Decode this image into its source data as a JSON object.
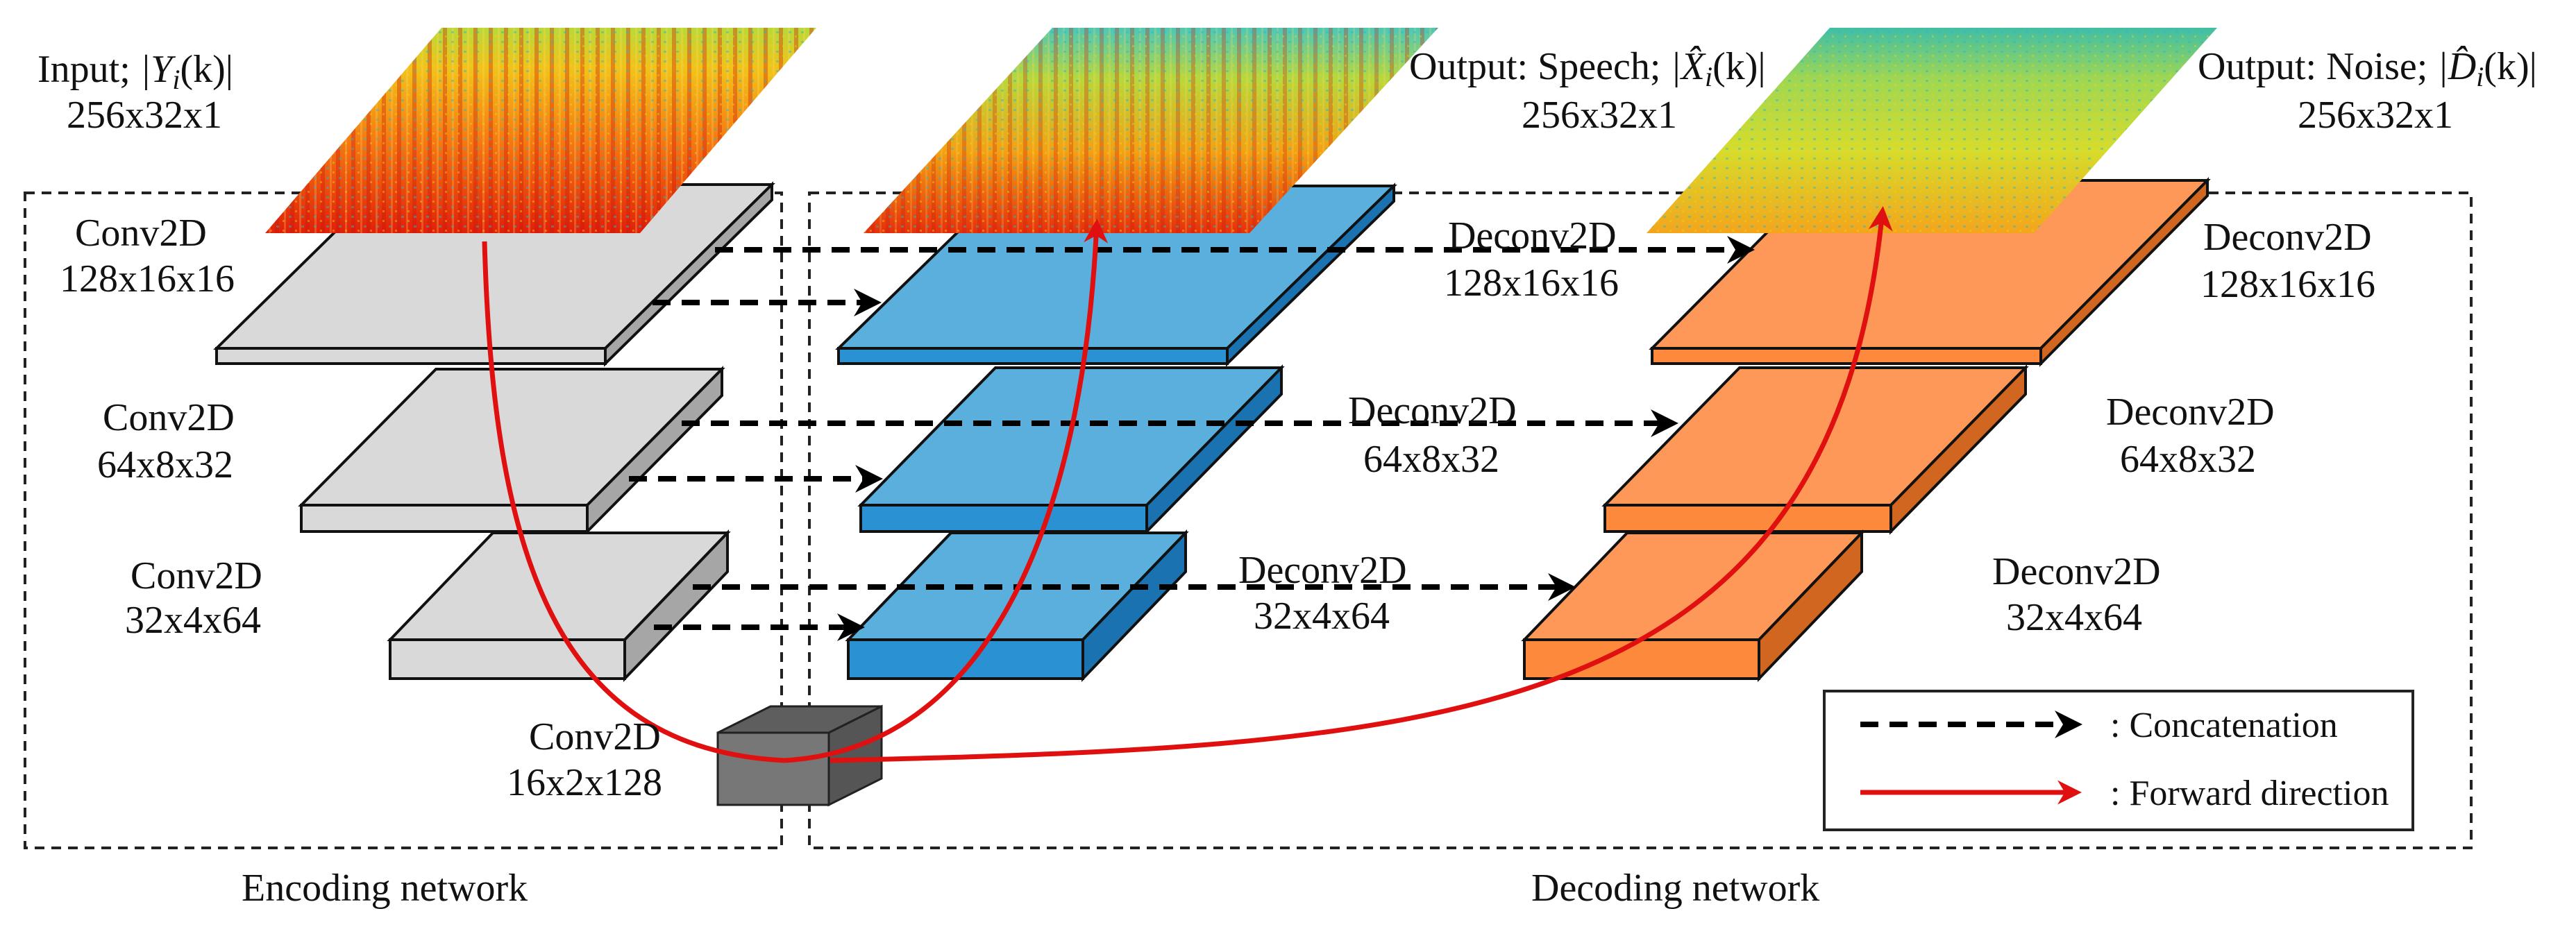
{
  "input": {
    "label_prefix": "Input; ",
    "magnitude": "|Y",
    "subscript": "i",
    "arg": "(k)|",
    "dims": "256x32x1"
  },
  "output_speech": {
    "label_prefix": "Output: Speech; ",
    "magnitude": "|X̂",
    "subscript": "i",
    "arg": "(k)|",
    "dims": "256x32x1"
  },
  "output_noise": {
    "label_prefix": "Output: Noise; ",
    "magnitude": "|D̂",
    "subscript": "i",
    "arg": "(k)|",
    "dims": "256x32x1"
  },
  "encoder": {
    "section_label": "Encoding network",
    "layers": [
      {
        "name": "Conv2D",
        "dims": "128x16x16"
      },
      {
        "name": "Conv2D",
        "dims": "64x8x32"
      },
      {
        "name": "Conv2D",
        "dims": "32x4x64"
      }
    ]
  },
  "bottleneck": {
    "name": "Conv2D",
    "dims": "16x2x128"
  },
  "decoder": {
    "section_label": "Decoding network",
    "speech_layers": [
      {
        "name": "Deconv2D",
        "dims": "128x16x16"
      },
      {
        "name": "Deconv2D",
        "dims": "64x8x32"
      },
      {
        "name": "Deconv2D",
        "dims": "32x4x64"
      }
    ],
    "noise_layers": [
      {
        "name": "Deconv2D",
        "dims": "128x16x16"
      },
      {
        "name": "Deconv2D",
        "dims": "64x8x32"
      },
      {
        "name": "Deconv2D",
        "dims": "32x4x64"
      }
    ]
  },
  "legend": {
    "concatenation": ": Concatenation",
    "forward": ": Forward direction"
  },
  "colors": {
    "encoder_top": "#d9d9d9",
    "encoder_side": "#a6a6a6",
    "speech_top": "#5aafdd",
    "speech_front": "#2a92d2",
    "speech_side": "#1a73b0",
    "noise_top": "#fd9858",
    "noise_front": "#fd8a3c",
    "noise_side": "#d0661f",
    "bottleneck": "#777777",
    "forward_arrow": "#e01010"
  }
}
